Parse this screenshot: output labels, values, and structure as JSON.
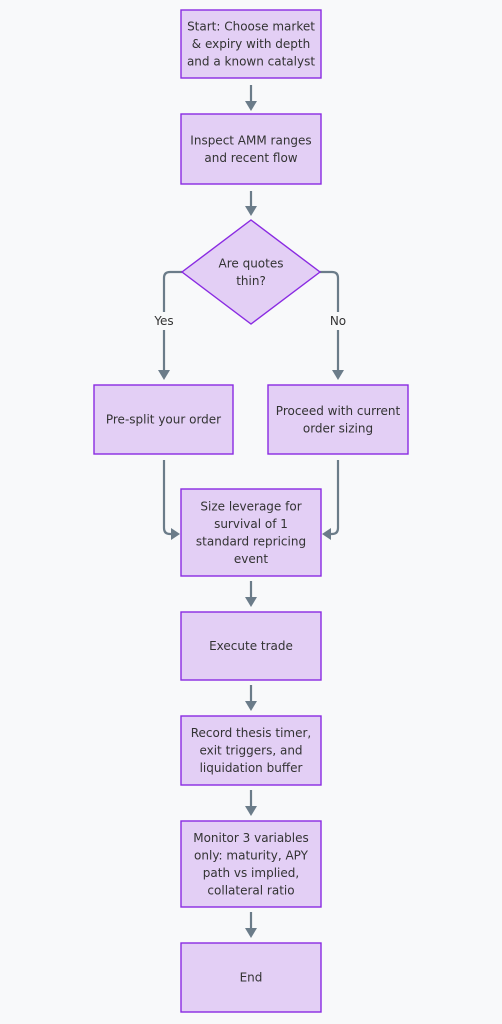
{
  "nodes": {
    "start": {
      "lines": [
        "Start: Choose market",
        "& expiry with depth",
        "and a known catalyst"
      ]
    },
    "inspect": {
      "lines": [
        "Inspect AMM ranges",
        "and recent flow"
      ]
    },
    "decision": {
      "lines": [
        "Are quotes",
        "thin?"
      ]
    },
    "presplit": {
      "lines": [
        "Pre-split your order"
      ]
    },
    "proceed": {
      "lines": [
        "Proceed with current",
        "order sizing"
      ]
    },
    "size": {
      "lines": [
        "Size leverage for",
        "survival of 1",
        "standard repricing",
        "event"
      ]
    },
    "execute": {
      "lines": [
        "Execute trade"
      ]
    },
    "record": {
      "lines": [
        "Record thesis timer,",
        "exit triggers, and",
        "liquidation buffer"
      ]
    },
    "monitor": {
      "lines": [
        "Monitor 3 variables",
        "only: maturity, APY",
        "path vs implied,",
        "collateral ratio"
      ]
    },
    "end": {
      "lines": [
        "End"
      ]
    }
  },
  "edge_labels": {
    "yes": "Yes",
    "no": "No"
  },
  "colors": {
    "node_fill": "#e3cff5",
    "node_stroke": "#8a2be2",
    "edge": "#6b7c89",
    "background": "#f8f9fa"
  }
}
